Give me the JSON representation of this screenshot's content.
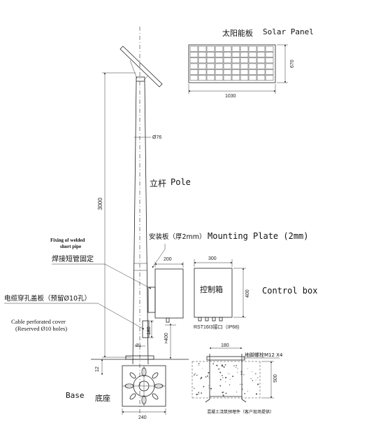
{
  "labels": {
    "solar_panel_zh": "太阳能板",
    "solar_panel_en": "Solar Panel",
    "pole_zh": "立杆",
    "pole_en": "Pole",
    "mounting_plate_zh": "安装板（厚2mm）",
    "mounting_plate_en": "Mounting Plate (2mm)",
    "welded_pipe_en_1": "Fixing of welded",
    "welded_pipe_en_2": "short pipe",
    "welded_pipe_zh": "焊接短管固定",
    "cable_cover_zh": "电缆穿孔盖板（预留Ø10孔）",
    "cable_cover_en_1": "Cable perforated cover",
    "cable_cover_en_2": "(Reserved Ø10 holes)",
    "control_box_zh": "控制箱",
    "control_box_en": "Control box",
    "interface": "RST16I3接口（IP68)",
    "base_en": "Base",
    "base_zh": "底座",
    "anchor_bolt": "地脚螺栓M12 X4",
    "concrete_note": "混凝土浇筑预埋件（客户现场提供）"
  },
  "dimensions": {
    "panel_width": "1030",
    "panel_height": "670",
    "pole_height": "3000",
    "pole_diameter": "Ø76",
    "box_width": "200",
    "box_depth": "300",
    "box_height": "400",
    "cover_height": "180",
    "box_clearance": ">400",
    "base_offset": "12",
    "base_width": "240",
    "bottom_diameter": "Ø1",
    "bolt_spacing": "180",
    "foundation_depth": "500"
  }
}
